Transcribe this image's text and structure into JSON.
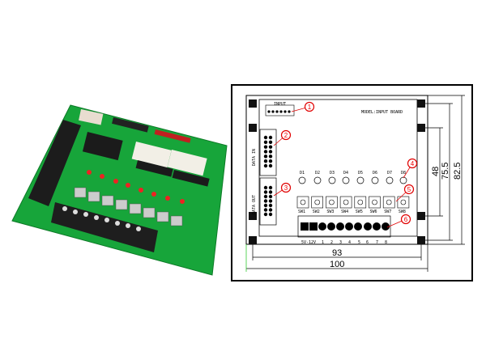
{
  "photo": {
    "board_color": "#16a83a"
  },
  "diagram": {
    "input_label": "INPUT",
    "model_label": "MODEL:INPUT BOARD",
    "data_in_label": "DATA IN",
    "data_out_label": "DATA OUT",
    "leds": [
      "D1",
      "D2",
      "D3",
      "D4",
      "D5",
      "D6",
      "D7",
      "D8"
    ],
    "switches": [
      "SW1",
      "SW2",
      "SW3",
      "SW4",
      "SW5",
      "SW6",
      "SW7",
      "SW8"
    ],
    "power_label": "5V-12V",
    "terminal_numbers": [
      "1",
      "2",
      "3",
      "4",
      "5",
      "6",
      "7",
      "8"
    ],
    "callouts": [
      "1",
      "2",
      "3",
      "4",
      "5",
      "6"
    ],
    "callout_color": "#e00000",
    "dimensions": {
      "inner_width": "93",
      "outer_width": "100",
      "hole_span": "48",
      "inner_height": "75.5",
      "outer_height": "82.5"
    }
  }
}
